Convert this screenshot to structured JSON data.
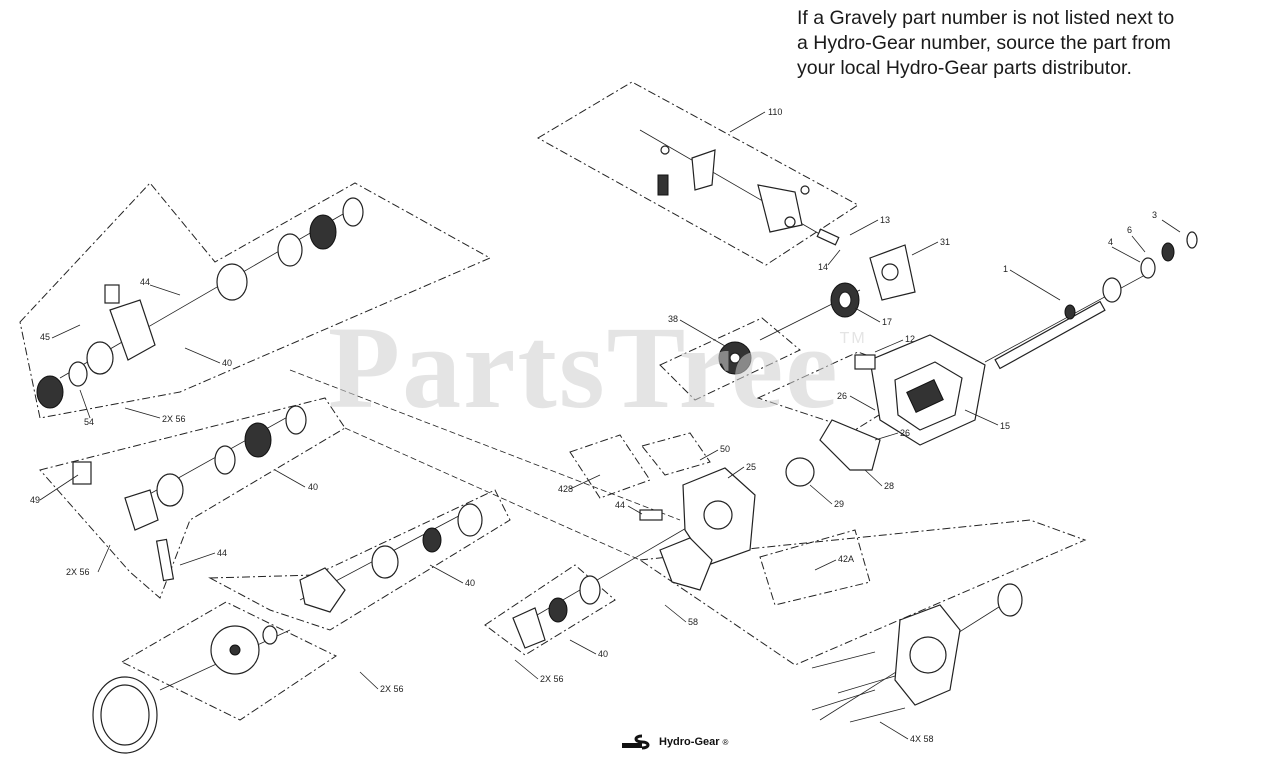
{
  "note": {
    "line1": "If a Gravely part number is not listed next to",
    "line2": "a Hydro-Gear number, source the part from",
    "line3": "your local Hydro-Gear parts distributor."
  },
  "watermark": {
    "text": "PartsTree",
    "tm": "TM"
  },
  "brand": {
    "name": "Hydro-Gear",
    "reg": "®"
  },
  "callouts": {
    "c110": "110",
    "c13": "13",
    "c3": "3",
    "c31": "31",
    "c6": "6",
    "c4": "4",
    "c14": "14",
    "c1": "1",
    "c17": "17",
    "c38": "38",
    "c12": "12",
    "c44a": "44",
    "c45": "45",
    "c40a": "40",
    "c54": "54",
    "c2x56a": "2X 56",
    "c26a": "26",
    "c15": "15",
    "c26b": "26",
    "c28": "28",
    "c50": "50",
    "c25": "25",
    "c428": "428",
    "c29": "29",
    "c40b": "40",
    "c49": "49",
    "c44b": "44",
    "c42a": "42A",
    "c2x56b": "2X 56",
    "c44c": "44",
    "c40c": "40",
    "c58a": "58",
    "c40d": "40",
    "c2x56c": "2X 56",
    "c2x56d": "2X 56",
    "c4x58": "4X 58"
  },
  "colors": {
    "ink": "#222222",
    "watermark": "#cfcfcf"
  }
}
